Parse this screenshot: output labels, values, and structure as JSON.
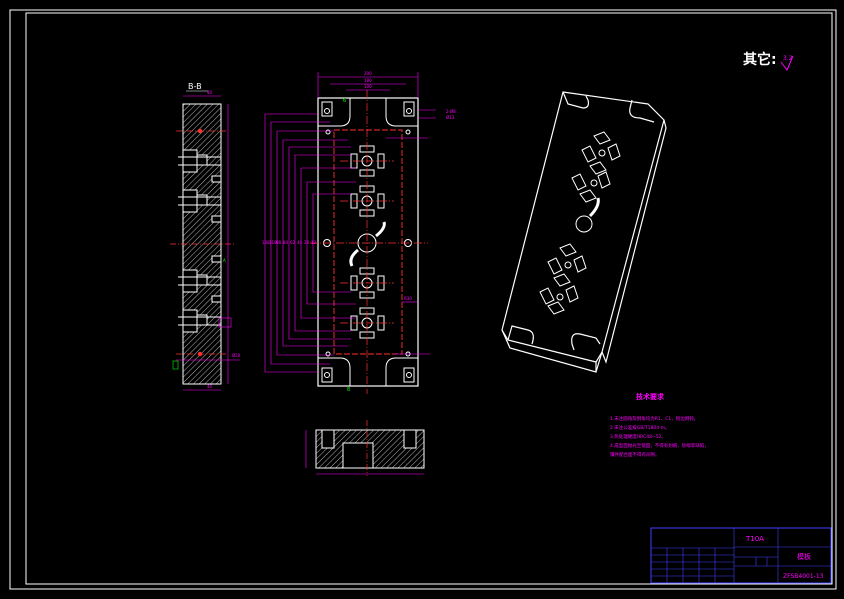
{
  "drawing": {
    "surface_note_label": "其它:",
    "section_label": "B-B",
    "tech_requirements": {
      "title": "技术要求",
      "items": [
        "1.未注圆角及倒角均为R1、C1，锐边倒钝。",
        "2.未注公差按GB/T1804-m。",
        "3.热处理硬度HRC48~52。",
        "4.成型面抛光至镜面，不得有划痕、砂眼等缺陷，",
        "   镶件配合面不得有间隙。"
      ]
    },
    "title_block": {
      "material": "T10A",
      "part_name": "模板",
      "drawing_no": "ZFSB4001-13"
    }
  },
  "colors": {
    "background": "#000000",
    "outline": "#ffffff",
    "dimension": "#ff00ff",
    "centerline": "#ff3030",
    "hatch": "#ffffff",
    "note": "#ff00ff",
    "accent": "#00ff00",
    "titleblock": "#4040ff"
  }
}
